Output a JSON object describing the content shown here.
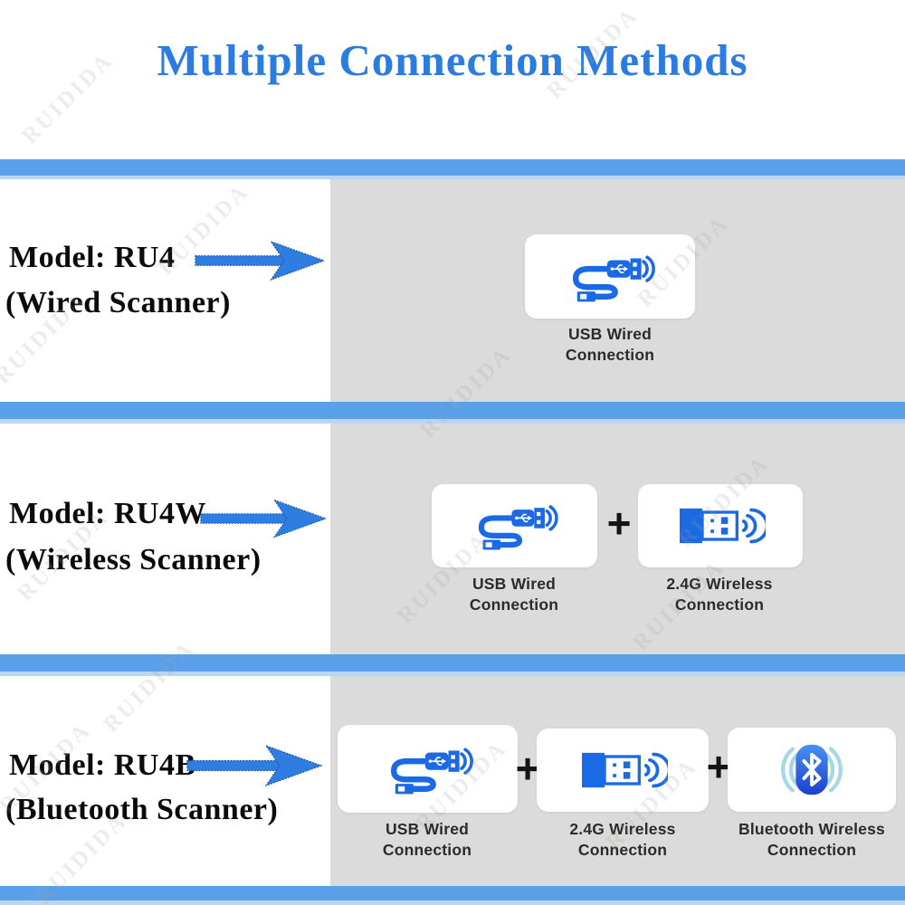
{
  "page": {
    "title": "Multiple Connection Methods",
    "watermark_text": "RUIDIDA",
    "plus_sign": "+"
  },
  "colors": {
    "title_blue": "#2b7ce0",
    "bar_blue": "#5aa0e8",
    "bar_blue_light": "#b9d6f2",
    "panel_gray": "#dbdbdb",
    "icon_blue": "#1a6ae6",
    "arrow_blue": "#2e7de0",
    "arrow_border": "#1d55a8"
  },
  "rows": [
    {
      "model": "Model: RU4",
      "scanner_type": "(Wired Scanner)",
      "methods": [
        {
          "icon": "usb-cable-icon",
          "label": "USB Wired\nConnection"
        }
      ]
    },
    {
      "model": "Model: RU4W",
      "scanner_type": "(Wireless Scanner)",
      "methods": [
        {
          "icon": "usb-cable-icon",
          "label": "USB Wired\nConnection"
        },
        {
          "icon": "usb-dongle-icon",
          "label": "2.4G Wireless\nConnection"
        }
      ]
    },
    {
      "model": "Model: RU4B",
      "scanner_type": "(Bluetooth Scanner)",
      "methods": [
        {
          "icon": "usb-cable-icon",
          "label": "USB Wired\nConnection"
        },
        {
          "icon": "usb-dongle-icon",
          "label": "2.4G Wireless\nConnection"
        },
        {
          "icon": "bluetooth-icon",
          "label": "Bluetooth Wireless\nConnection"
        }
      ]
    }
  ]
}
